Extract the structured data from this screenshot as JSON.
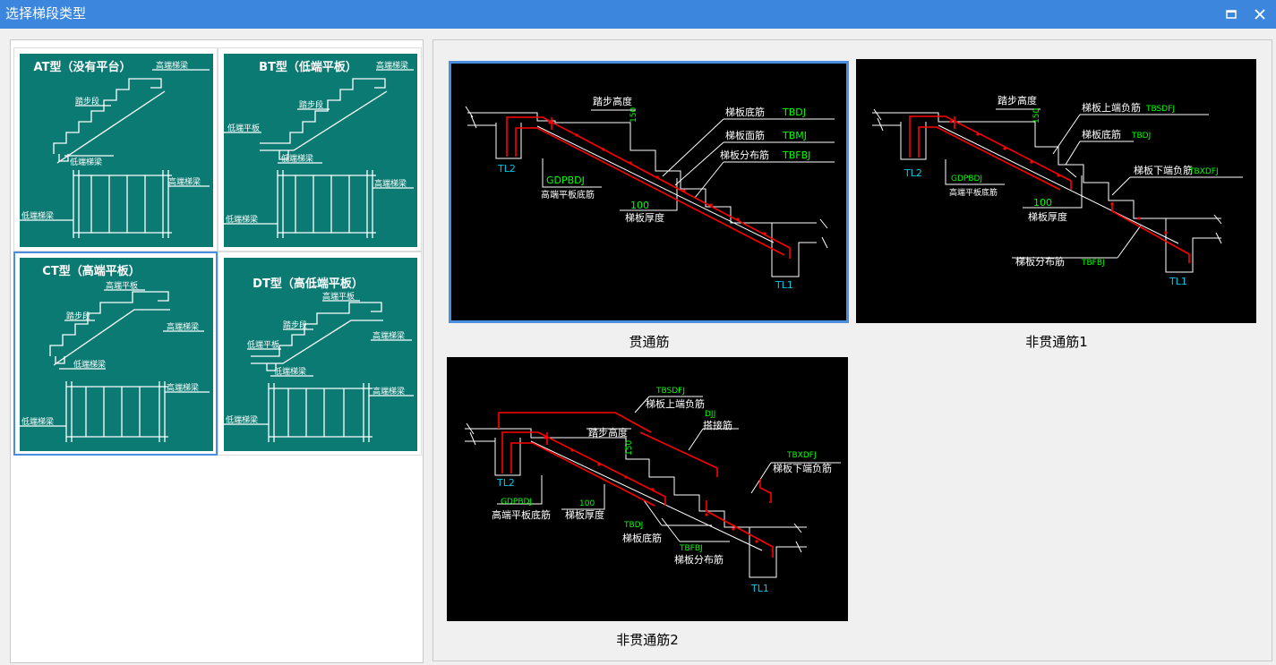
{
  "window": {
    "title": "选择梯段类型"
  },
  "types": [
    {
      "label": "AT型（没有平台）",
      "tags": {
        "top": "高端梯梁",
        "middle": "踏步段",
        "low": "低端梯梁",
        "side": "高端梯梁",
        "bottom": "低端梯梁"
      }
    },
    {
      "label": "BT型（低端平板）",
      "tags": {
        "top": "高端梯梁",
        "middle": "踏步段",
        "plate": "低端平板",
        "low": "低端梯梁",
        "side": "高端梯梁",
        "bottom": "低端梯梁"
      }
    },
    {
      "label": "CT型（高端平板）",
      "tags": {
        "plate": "高端平板",
        "middle": "踏步段",
        "high": "高端梯梁",
        "low": "低端梯梁",
        "side": "高端梯梁",
        "bottom": "低端梯梁"
      }
    },
    {
      "label": "DT型（高低端平板）",
      "tags": {
        "plate": "高端平板",
        "middle": "踏步段",
        "low_plate": "低端平板",
        "high": "高端梯梁",
        "low": "低端梯梁",
        "side": "高端梯梁",
        "bottom": "低端梯梁"
      }
    }
  ],
  "options": [
    {
      "caption": "贯通筋",
      "labels": {
        "step_height": "踏步高度",
        "h150": "150",
        "tl2": "TL2",
        "tl1": "TL1",
        "bottom_bar": "梯板底筋",
        "bottom_code": "TBDJ",
        "top_bar": "梯板面筋",
        "top_code": "TBMJ",
        "dist_bar": "梯板分布筋",
        "dist_code": "TBFBJ",
        "gd_code": "GDPBDJ",
        "gd_bar": "高端平板底筋",
        "t100": "100",
        "thick": "梯板厚度"
      }
    },
    {
      "caption": "非贯通筋1",
      "labels": {
        "step_height": "踏步高度",
        "h150": "150",
        "tl2": "TL2",
        "tl1": "TL1",
        "top_neg": "梯板上端负筋",
        "top_neg_code": "TBSDFJ",
        "bottom_bar": "梯板底筋",
        "bottom_code": "TBDJ",
        "low_neg": "梯板下端负筋",
        "low_neg_code": "TBXDFJ",
        "gd_code": "GDPBDJ",
        "gd_bar": "高端平板底筋",
        "t100": "100",
        "thick": "梯板厚度",
        "dist_bar": "梯板分布筋",
        "dist_code": "TBFBJ"
      }
    },
    {
      "caption": "非贯通筋2",
      "labels": {
        "top_neg_code": "TBSDFJ",
        "top_neg": "梯板上端负筋",
        "djj_code": "DJJ",
        "djj": "搭接筋",
        "low_neg_code": "TBXDFJ",
        "low_neg": "梯板下端负筋",
        "step_height": "踏步高度",
        "h150": "150",
        "tl2": "TL2",
        "tl1": "TL1",
        "gd_code": "GDPBDJ",
        "gd_bar": "高端平板底筋",
        "t100": "100",
        "thick": "梯板厚度",
        "bottom_code": "TBDJ",
        "bottom_bar": "梯板底筋",
        "dist_code": "TBFBJ",
        "dist_bar": "梯板分布筋"
      }
    }
  ],
  "icons": {
    "maximize": "maximize-icon",
    "close": "close-icon"
  },
  "colors": {
    "title_bar": "#3d86dd",
    "card_bg": "#0a7a72",
    "selected_border": "#4a8ee0",
    "rebar": "#ff0000",
    "code_text": "#00ff00",
    "tl_text": "#00c8e6"
  }
}
